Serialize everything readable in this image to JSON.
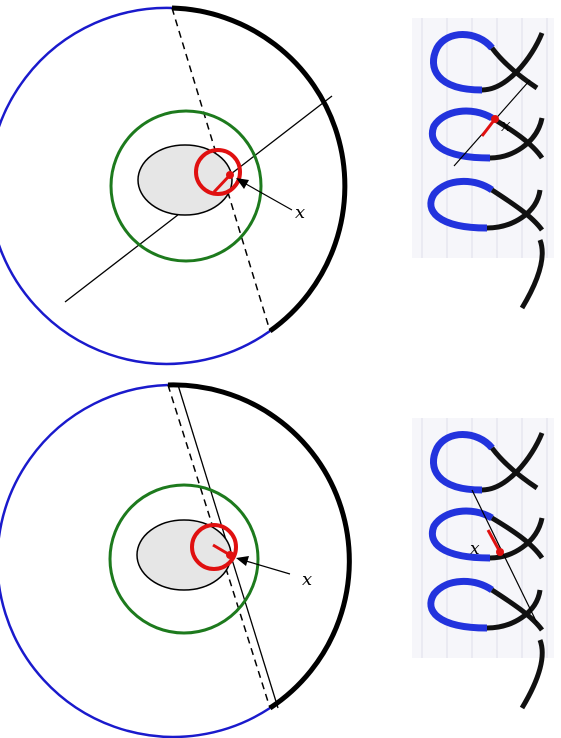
{
  "figure": {
    "top": {
      "disk_label": "x",
      "helix_label": "x"
    },
    "bottom": {
      "disk_label": "x",
      "helix_label": "x"
    }
  },
  "colors": {
    "outer_blue": "#1a1acc",
    "outer_black": "#000000",
    "green": "#1d7a1d",
    "red": "#e01010",
    "ellipse_fill": "#e6e6e6",
    "helix_blue": "#2233dd",
    "helix_black": "#111111",
    "grid": "#d9d9e6"
  }
}
